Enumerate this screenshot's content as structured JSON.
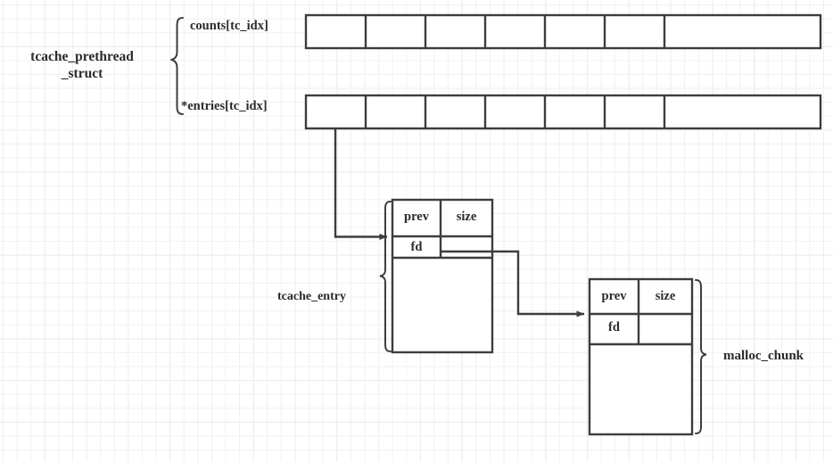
{
  "diagram": {
    "title_labels": {
      "struct": "tcache_prethread\n_struct",
      "struct_line1": "tcache_prethread",
      "struct_line2": "_struct",
      "counts": "counts[tc_idx]",
      "entries": "*entries[tc_idx]",
      "tcache_entry": "tcache_entry",
      "malloc_chunk": "malloc_chunk"
    },
    "arrays": [
      {
        "name": "counts-array",
        "label": "counts[tc_idx]",
        "cell_count": 7,
        "cells": [
          "",
          "",
          "",
          "",
          "",
          "",
          ""
        ]
      },
      {
        "name": "entries-array",
        "label": "*entries[tc_idx]",
        "cell_count": 7,
        "cells": [
          "",
          "",
          "",
          "",
          "",
          "",
          ""
        ]
      }
    ],
    "chunks": [
      {
        "name": "tcache-entry-chunk",
        "brace_label": "tcache_entry",
        "fields": {
          "prev": "prev",
          "size": "size",
          "fd": "fd",
          "size_lower": "",
          "data": ""
        }
      },
      {
        "name": "malloc-chunk",
        "brace_label": "malloc_chunk",
        "fields": {
          "prev": "prev",
          "size": "size",
          "fd": "fd",
          "size_lower": "",
          "data": ""
        }
      }
    ],
    "connectors": [
      {
        "name": "entries-to-tcache-entry",
        "from": "entries-array-cell-0",
        "to": "tcache-entry-chunk"
      },
      {
        "name": "tcache-entry-fd-to-malloc-chunk",
        "from": "tcache-entry-fd",
        "to": "malloc-chunk"
      }
    ],
    "colors": {
      "stroke": "#3d3d3d",
      "text": "#2b2b2b",
      "grid_minor": "#f0f0f0",
      "grid_major": "#e6e6e6",
      "background": "#ffffff"
    }
  }
}
